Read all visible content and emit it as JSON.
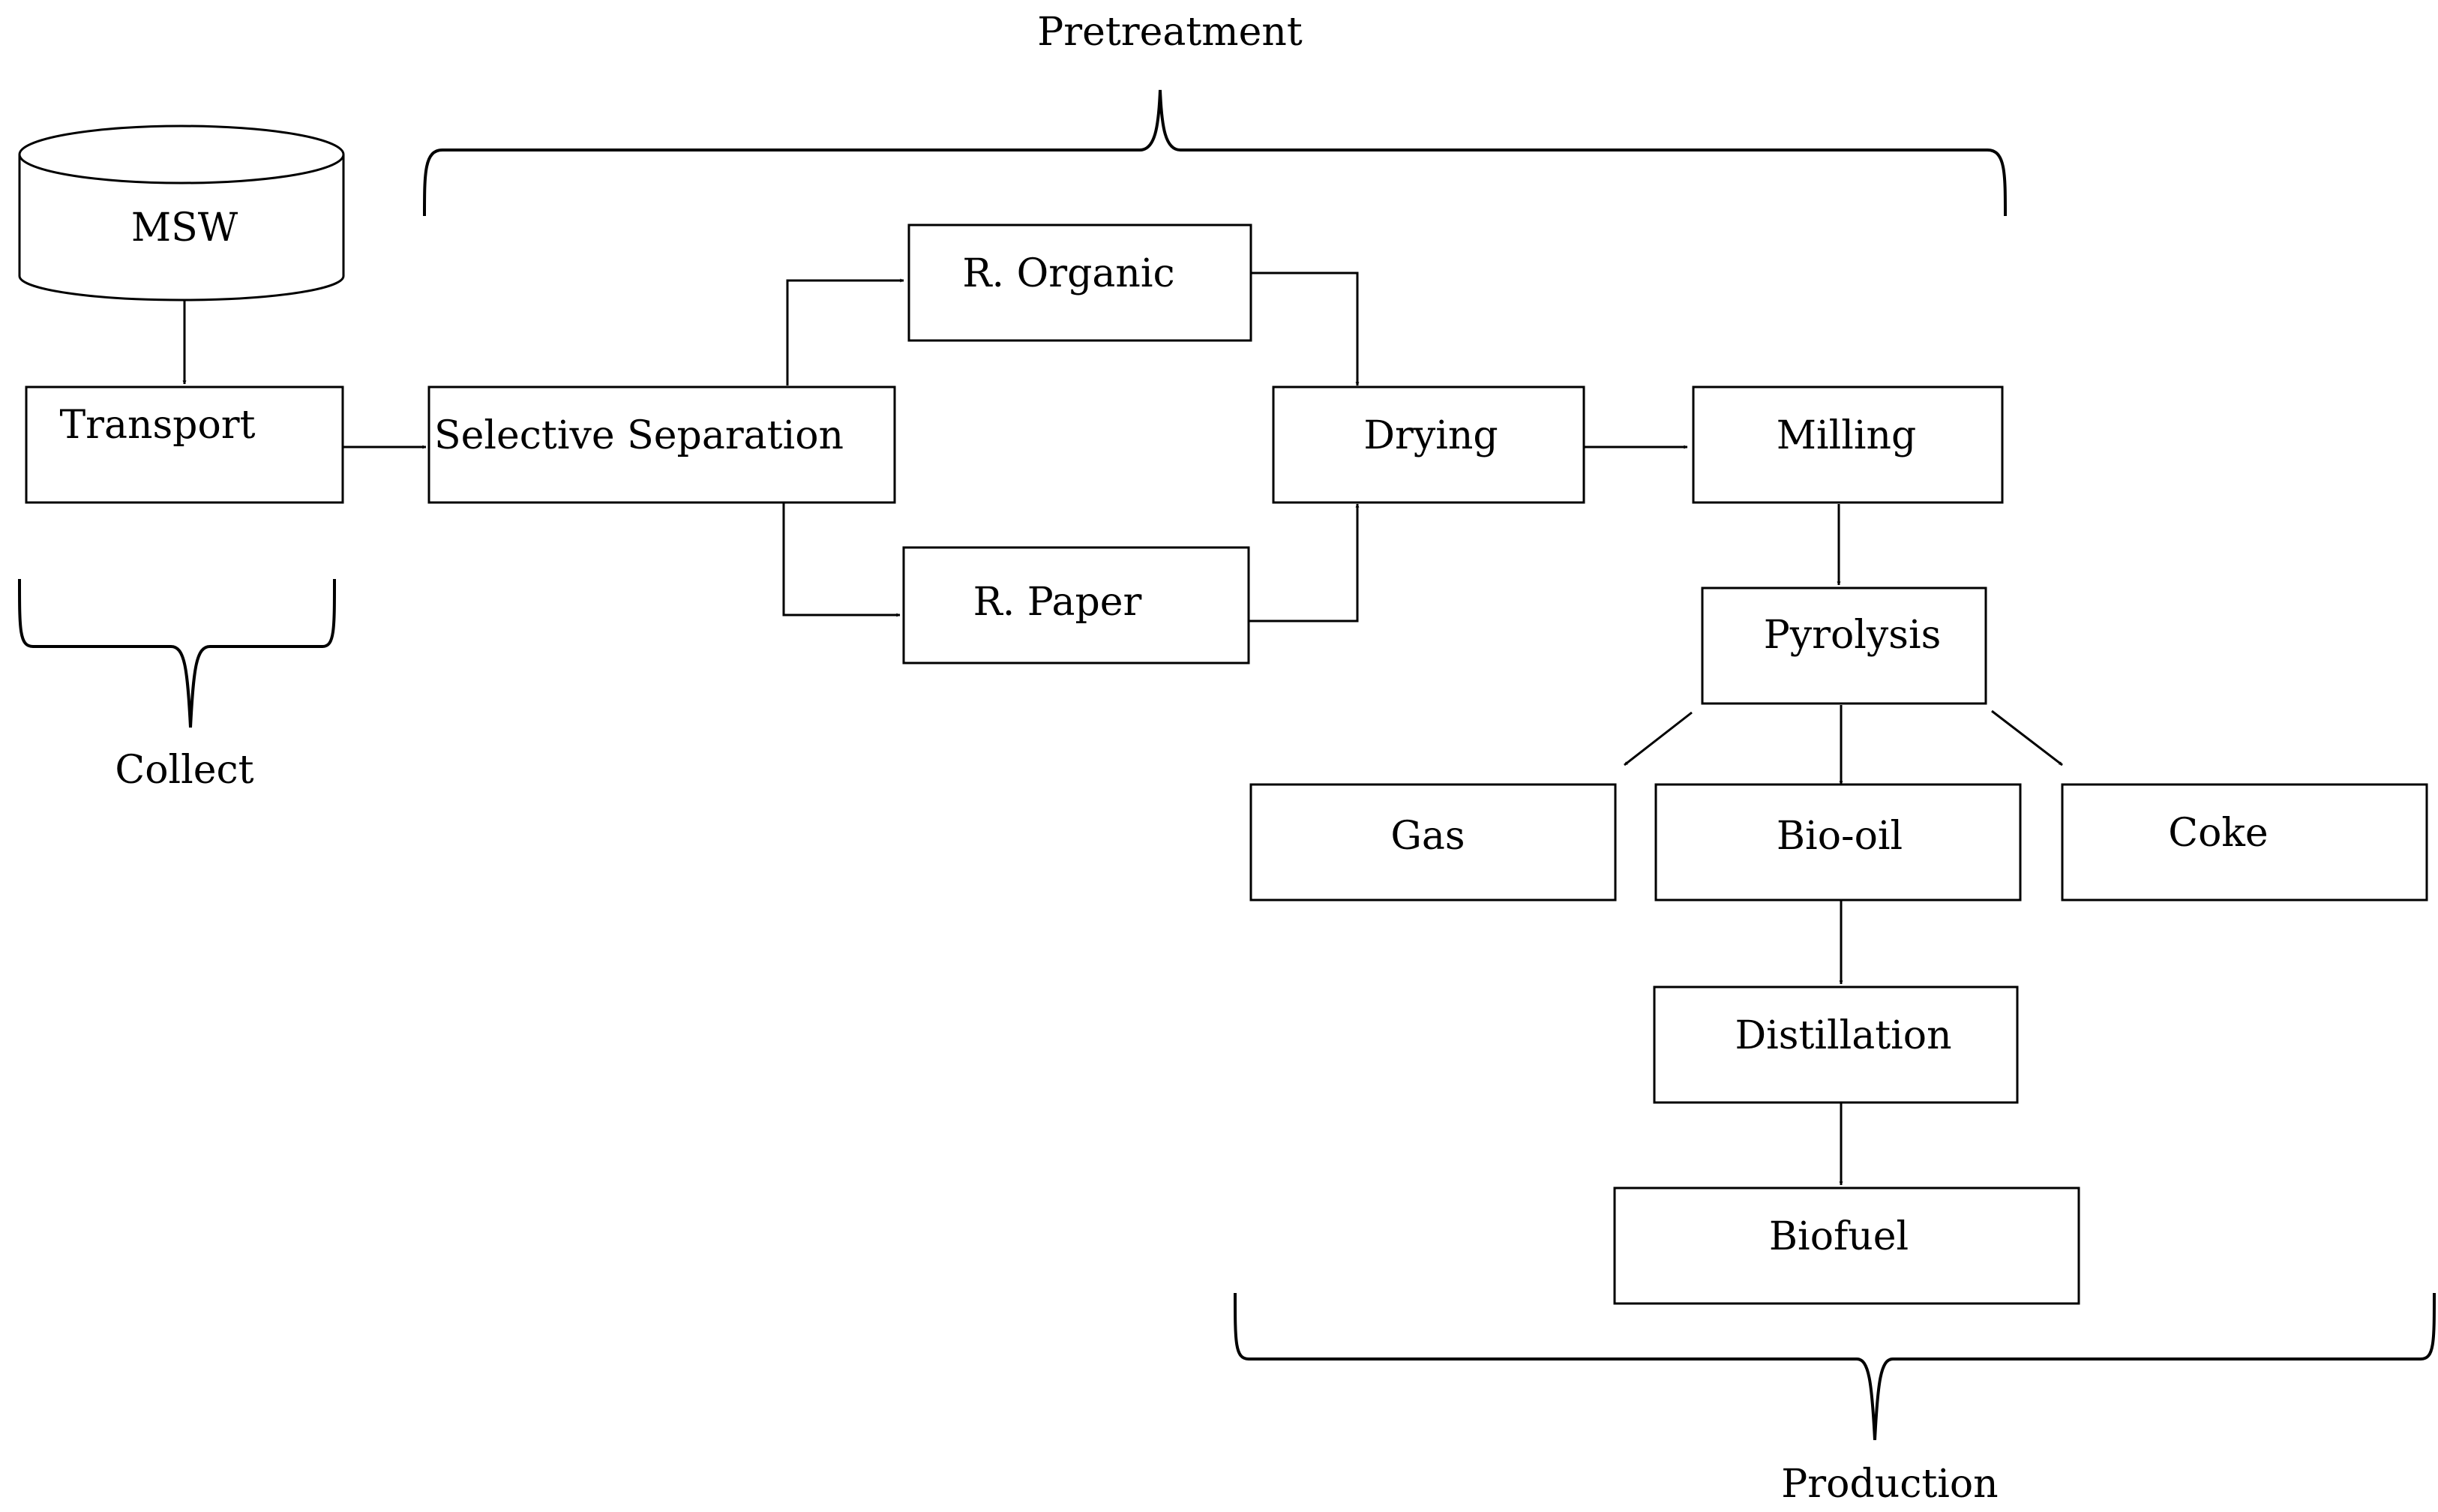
{
  "nodes": {
    "msw": "MSW",
    "transport": "Transport",
    "selective_separation": "Selective Separation",
    "r_organic": "R. Organic",
    "r_paper": "R. Paper",
    "drying": "Drying",
    "milling": "Milling",
    "pyrolysis": "Pyrolysis",
    "gas": "Gas",
    "bio_oil": "Bio-oil",
    "coke": "Coke",
    "distillation": "Distillation",
    "biofuel": "Biofuel"
  },
  "groups": {
    "pretreatment": "Pretreatment",
    "collect": "Collect",
    "production": "Production"
  }
}
